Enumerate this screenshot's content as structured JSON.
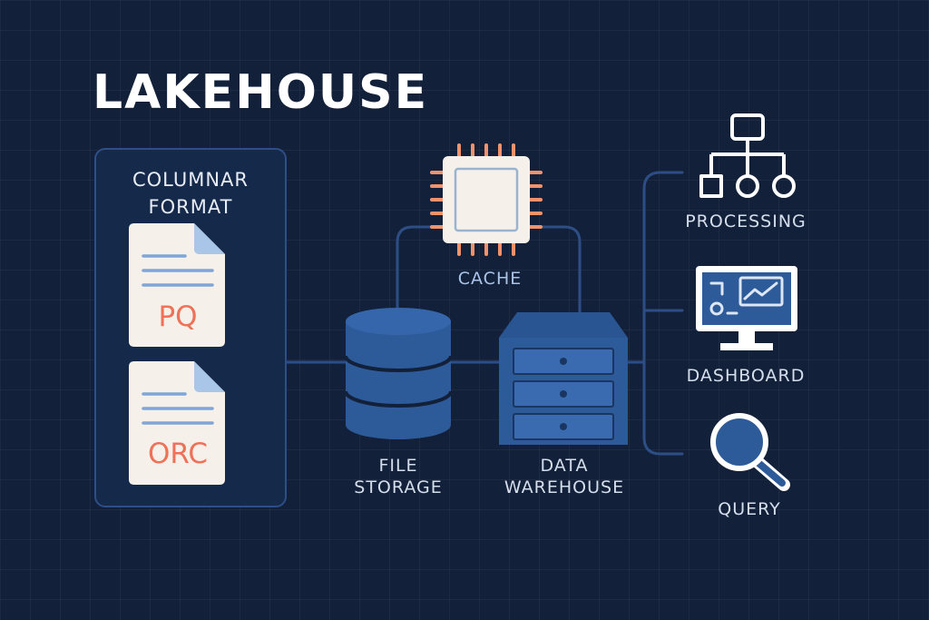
{
  "title": "LAKEHOUSE",
  "columnar_panel": {
    "title_lines": [
      "COLUMNAR",
      "FORMAT"
    ],
    "files": [
      {
        "label": "PQ",
        "icon": "document-icon"
      },
      {
        "label": "ORC",
        "icon": "document-icon"
      }
    ]
  },
  "nodes": {
    "cache": {
      "label": "CACHE",
      "icon": "chip-icon"
    },
    "file_storage": {
      "label_lines": [
        "FILE",
        "STORAGE"
      ],
      "icon": "database-icon"
    },
    "data_warehouse": {
      "label_lines": [
        "DATA",
        "WAREHOUSE"
      ],
      "icon": "server-rack-icon"
    },
    "processing": {
      "label": "PROCESSING",
      "icon": "hierarchy-icon"
    },
    "dashboard": {
      "label": "DASHBOARD",
      "icon": "monitor-chart-icon"
    },
    "query": {
      "label": "QUERY",
      "icon": "magnifier-icon"
    }
  },
  "colors": {
    "background": "#132039",
    "accent_blue": "#2d5a98",
    "connector": "#2c4e85",
    "file_label": "#ef7158",
    "chip_pins": "#f0926b"
  }
}
